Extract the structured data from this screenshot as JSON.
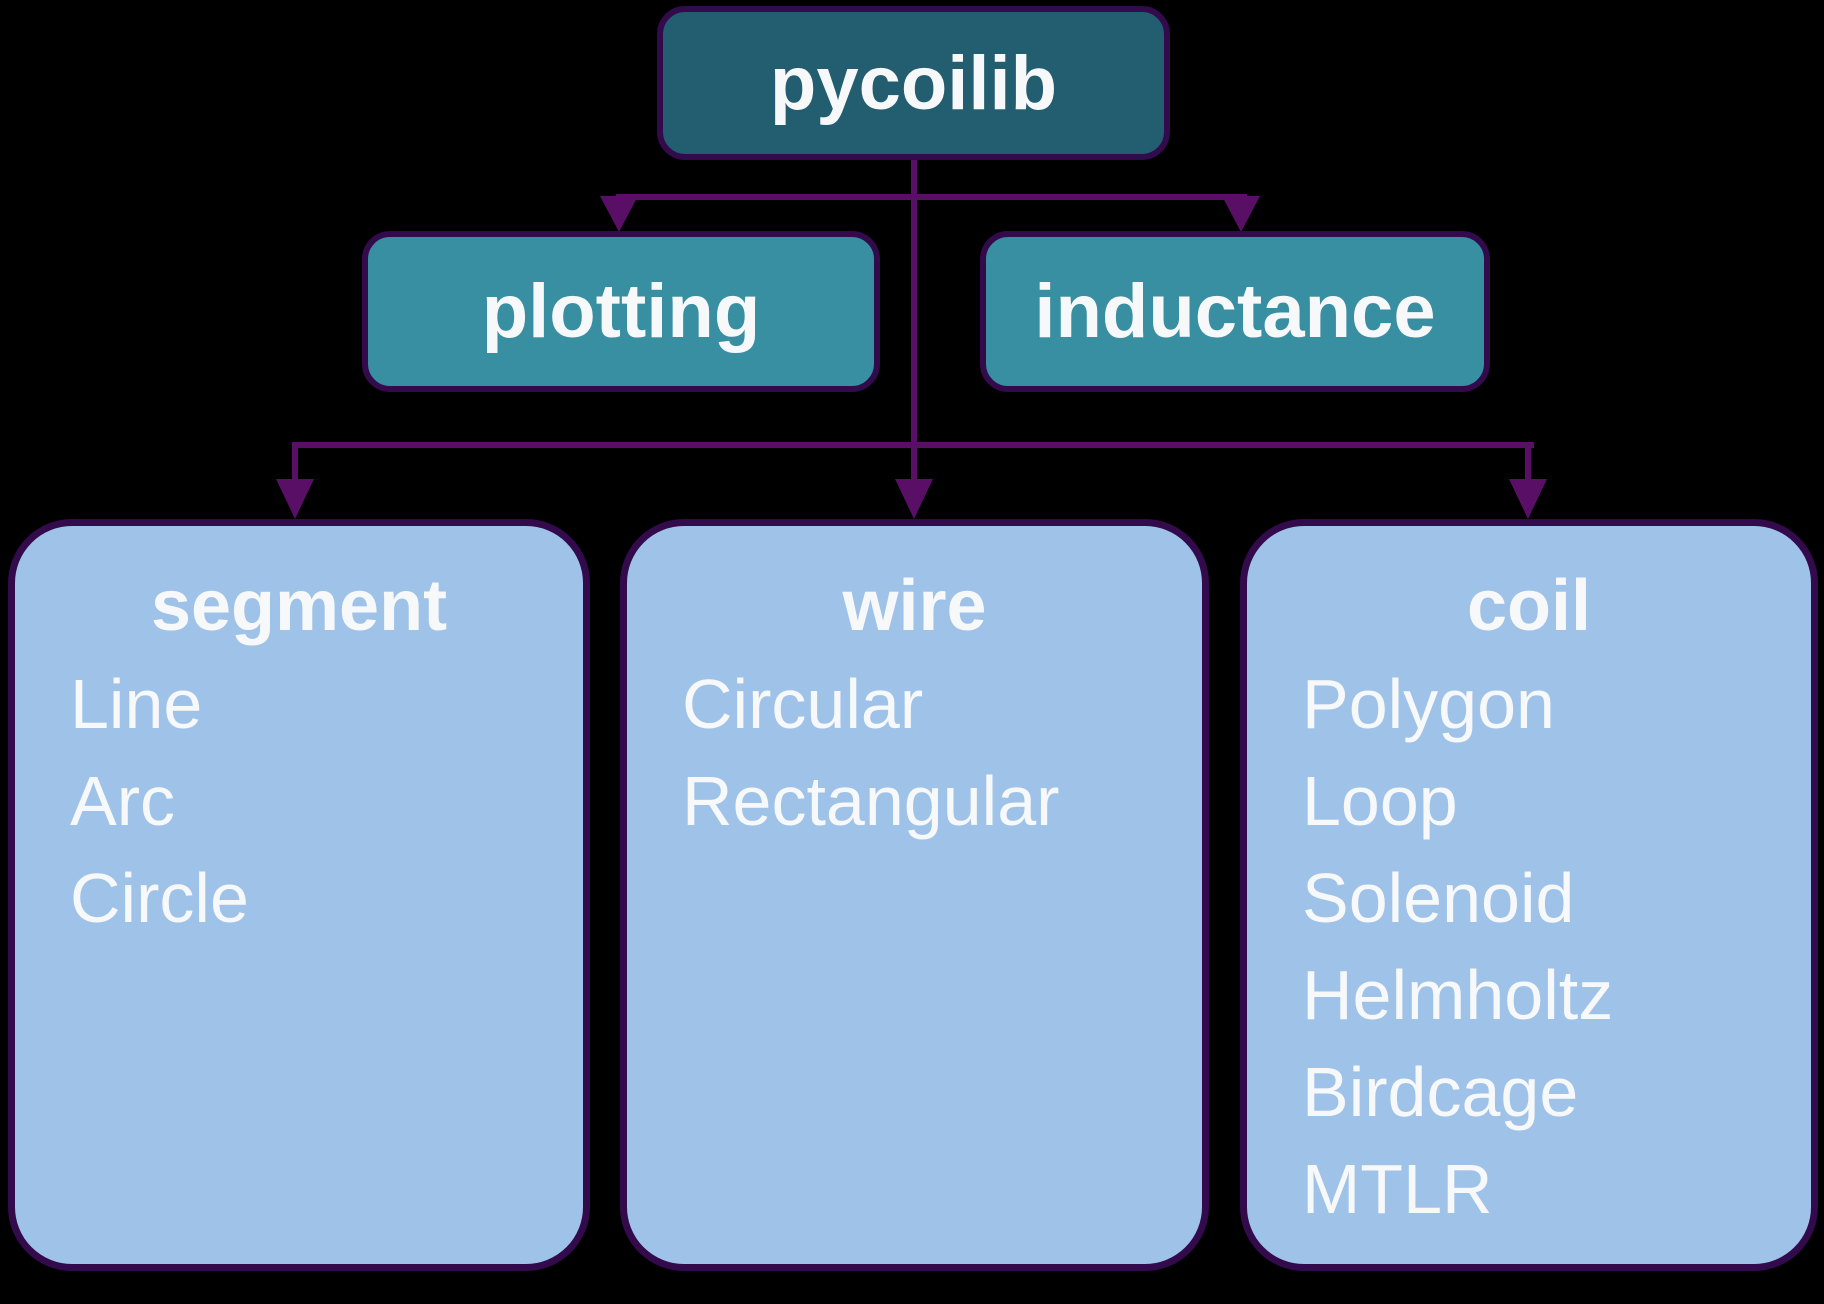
{
  "diagram": {
    "root": {
      "label": "pycoilib"
    },
    "modules": [
      {
        "label": "plotting"
      },
      {
        "label": "inductance"
      }
    ],
    "groups": [
      {
        "title": "segment",
        "items": [
          "Line",
          "Arc",
          "Circle"
        ]
      },
      {
        "title": "wire",
        "items": [
          "Circular",
          "Rectangular"
        ]
      },
      {
        "title": "coil",
        "items": [
          "Polygon",
          "Loop",
          "Solenoid",
          "Helmholtz",
          "Birdcage",
          "MTLR"
        ]
      }
    ]
  },
  "colors": {
    "background": "#000000",
    "root_fill": "#235e70",
    "module_fill": "#398fa2",
    "group_fill": "#9fc3e8",
    "box_border": "#330a4b",
    "connector": "#5a0f66",
    "text": "#f7f8fa"
  }
}
